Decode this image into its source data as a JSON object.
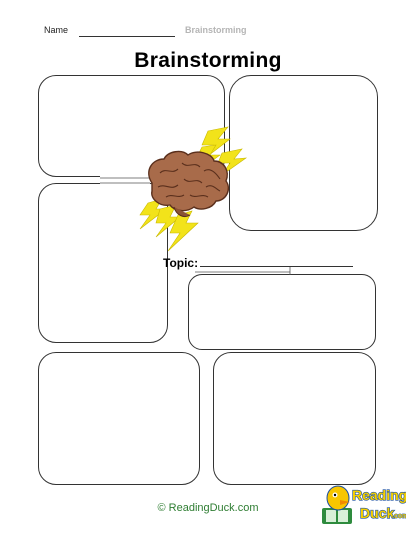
{
  "header": {
    "name_label": "Name",
    "worksheet_tag": "Brainstorming"
  },
  "title": "Brainstorming",
  "topic_label": "Topic:",
  "footer": {
    "copyright_symbol": "©",
    "site": "ReadingDuck.com"
  },
  "logo": {
    "line1": "Reading",
    "line2": "Duck",
    "suffix": ".com",
    "colors": {
      "text": "#f5d000",
      "outline": "#1a4fa3",
      "duck": "#f7c600",
      "book": "#2e8b3e"
    }
  },
  "icons": {
    "center": "brain-icon",
    "decor": "lightning-bolt-icon"
  }
}
